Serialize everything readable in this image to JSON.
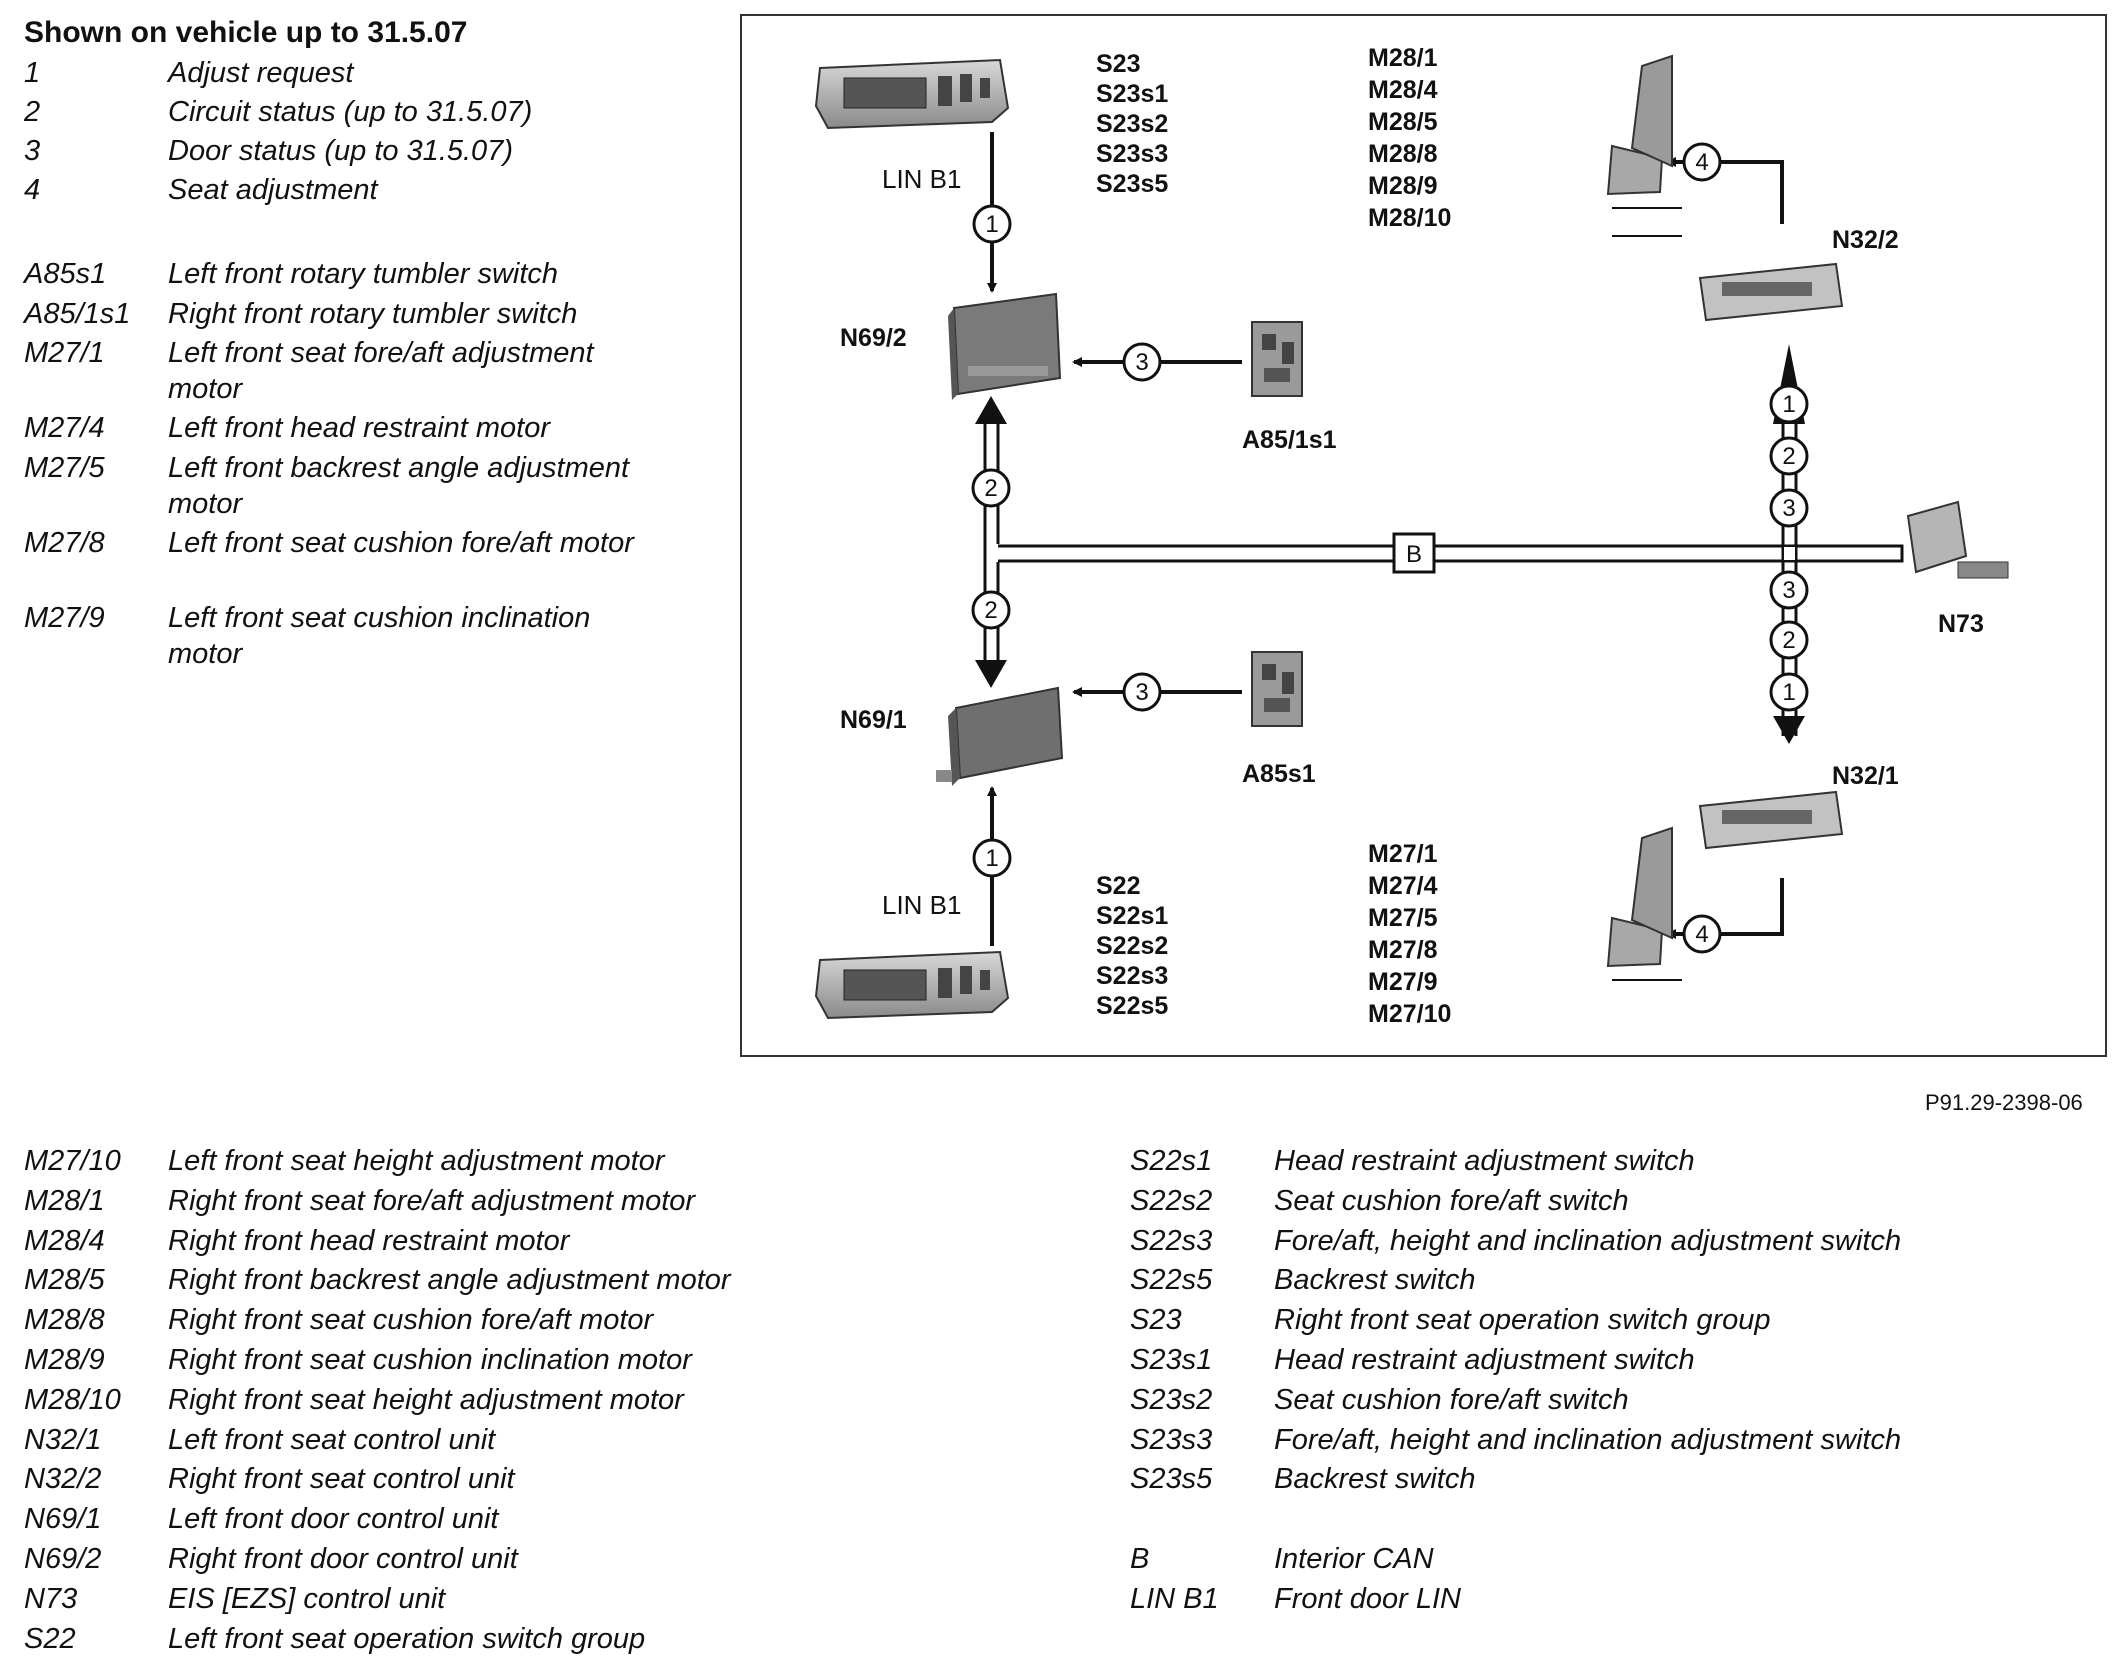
{
  "title": "Shown on vehicle up to 31.5.07",
  "legend_numbers": [
    {
      "code": "1",
      "desc": "Adjust request"
    },
    {
      "code": "2",
      "desc": "Circuit status (up to 31.5.07)"
    },
    {
      "code": "3",
      "desc": "Door status (up to 31.5.07)"
    },
    {
      "code": "4",
      "desc": "Seat adjustment"
    }
  ],
  "legend_upper": [
    {
      "code": "A85s1",
      "desc": "Left front rotary tumbler switch"
    },
    {
      "code": "A85/1s1",
      "desc": "Right front rotary tumbler switch"
    },
    {
      "code": "M27/1",
      "desc": "Left front seat fore/aft adjustment motor"
    },
    {
      "code": "M27/4",
      "desc": "Left front head restraint motor"
    },
    {
      "code": "M27/5",
      "desc": "Left front backrest angle adjustment motor"
    },
    {
      "code": "M27/8",
      "desc": "Left front seat cushion fore/aft motor"
    },
    {
      "code": "M27/9",
      "desc": "Left front seat cushion inclination motor"
    }
  ],
  "legend_lower_left": [
    {
      "code": "M27/10",
      "desc": "Left front seat height adjustment motor"
    },
    {
      "code": "M28/1",
      "desc": "Right front seat fore/aft adjustment motor"
    },
    {
      "code": "M28/4",
      "desc": "Right front head restraint motor"
    },
    {
      "code": "M28/5",
      "desc": "Right front backrest angle adjustment motor"
    },
    {
      "code": "M28/8",
      "desc": "Right front seat cushion fore/aft motor"
    },
    {
      "code": "M28/9",
      "desc": "Right front seat cushion inclination motor"
    },
    {
      "code": "M28/10",
      "desc": "Right front seat height adjustment motor"
    },
    {
      "code": "N32/1",
      "desc": "Left front seat control unit"
    },
    {
      "code": "N32/2",
      "desc": "Right front seat control unit"
    },
    {
      "code": "N69/1",
      "desc": "Left front door control unit"
    },
    {
      "code": "N69/2",
      "desc": "Right front door control unit"
    },
    {
      "code": "N73",
      "desc": "EIS [EZS] control unit"
    },
    {
      "code": "S22",
      "desc": "Left front seat operation switch group"
    }
  ],
  "legend_lower_right": [
    {
      "code": "S22s1",
      "desc": "Head restraint adjustment switch"
    },
    {
      "code": "S22s2",
      "desc": "Seat cushion fore/aft switch"
    },
    {
      "code": "S22s3",
      "desc": "Fore/aft, height and inclination adjustment switch"
    },
    {
      "code": "S22s5",
      "desc": "Backrest switch"
    },
    {
      "code": "S23",
      "desc": "Right front seat operation switch group"
    },
    {
      "code": "S23s1",
      "desc": "Head restraint adjustment switch"
    },
    {
      "code": "S23s2",
      "desc": "Seat cushion fore/aft switch"
    },
    {
      "code": "S23s3",
      "desc": "Fore/aft, height and inclination adjustment switch"
    },
    {
      "code": "S23s5",
      "desc": "Backrest switch"
    },
    {
      "code": "",
      "desc": ""
    },
    {
      "code": "B",
      "desc": "Interior CAN"
    },
    {
      "code": "LIN B1",
      "desc": "Front door LIN"
    }
  ],
  "diagram": {
    "s23_labels": [
      "S23",
      "S23s1",
      "S23s2",
      "S23s3",
      "S23s5"
    ],
    "s22_labels": [
      "S22",
      "S22s1",
      "S22s2",
      "S22s3",
      "S22s5"
    ],
    "m28_labels": [
      "M28/1",
      "M28/4",
      "M28/5",
      "M28/8",
      "M28/9",
      "M28/10"
    ],
    "m27_labels": [
      "M27/1",
      "M27/4",
      "M27/5",
      "M27/8",
      "M27/9",
      "M27/10"
    ],
    "n69_2": "N69/2",
    "n69_1": "N69/1",
    "a85_1s1": "A85/1s1",
    "a85s1": "A85s1",
    "n32_2": "N32/2",
    "n32_1": "N32/1",
    "n73": "N73",
    "lin_top": "LIN B1",
    "lin_bottom": "LIN B1",
    "bus_b": "B",
    "markers": {
      "lin_top": "1",
      "lin_bottom": "1",
      "n69_2_door": "3",
      "n69_1_door": "3",
      "bus_up_left": "2",
      "bus_down_left": "2",
      "right_up": [
        "1",
        "2",
        "3"
      ],
      "right_down": [
        "3",
        "2",
        "1"
      ],
      "seat_top": "4",
      "seat_bottom": "4"
    }
  },
  "reference": "P91.29-2398-06"
}
